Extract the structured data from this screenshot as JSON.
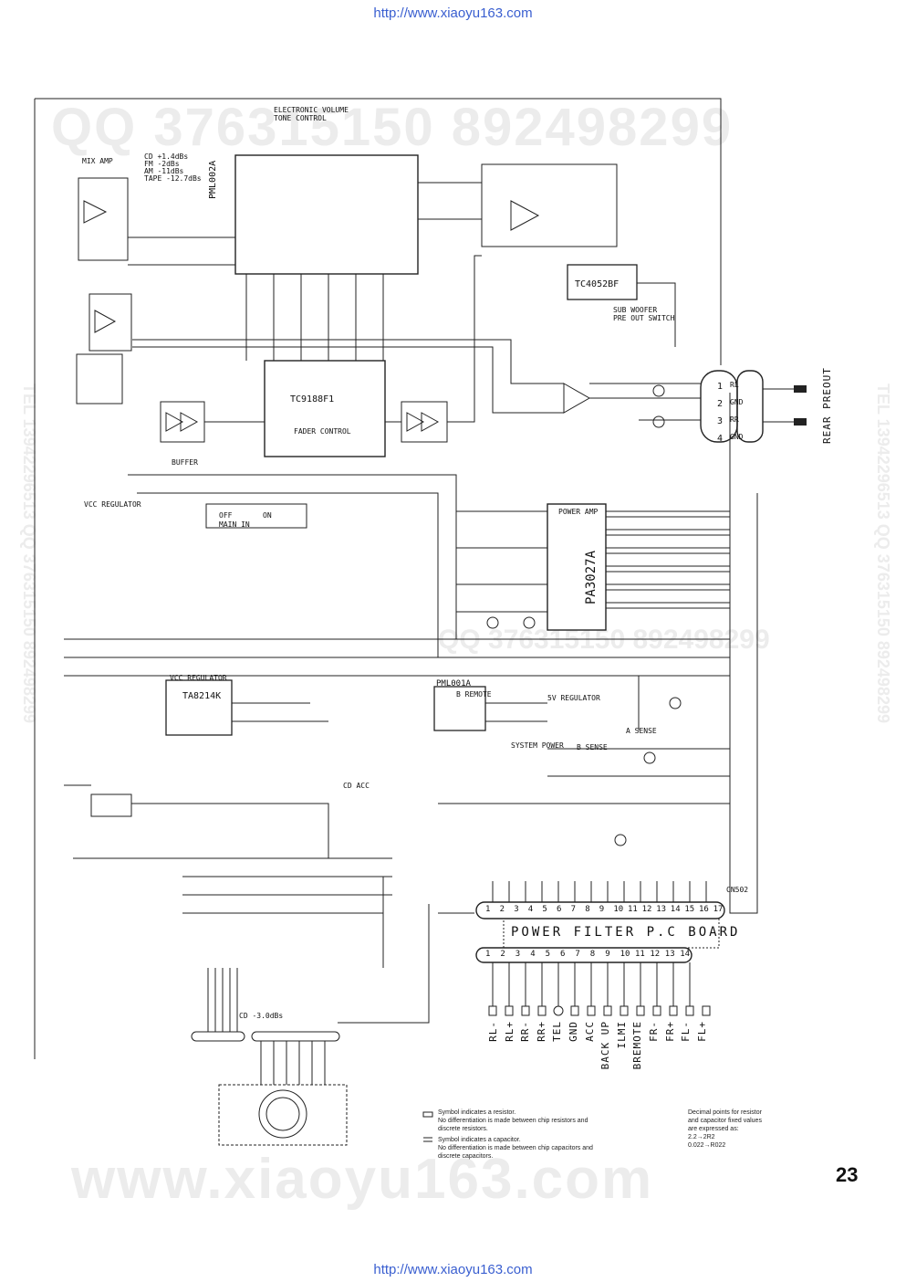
{
  "urls": {
    "top": "http://www.xiaoyu163.com",
    "bottom": "http://www.xiaoyu163.com"
  },
  "watermarks": {
    "qq": "QQ 376315150  892498299",
    "www": "www.xiaoyu163.com",
    "tel_left": "TEL 13942296513  QQ 376315150  892498299",
    "tel_right": "TEL 13942296513  QQ 376315150  892498299",
    "mid": "QQ 376315150  892498299"
  },
  "page_number": "23",
  "ics": {
    "volume": "PML002A",
    "volume_title": "ELECTRONIC VOLUME\nTONE CONTROL",
    "fader": "TC9188F1",
    "fader_sub": "FADER CONTROL",
    "switch": "TC4052BF",
    "switch_title": "SUB WOOFER\nPRE OUT SWITCH",
    "power_amp": "PA3027A",
    "power_amp_title": "POWER AMP",
    "vcc_reg": "TA8214K",
    "vcc_reg_title": "VCC REGULATOR",
    "pml001": "PML001A",
    "pml001_sub": "B REMOTE"
  },
  "labels": {
    "mix_amp": "MIX AMP",
    "buffer": "BUFFER",
    "vcc_regulator": "VCC REGULATOR",
    "main_in": "MAIN IN",
    "off": "OFF",
    "on": "ON",
    "rear_preout": "REAR PREOUT",
    "system_power": "SYSTEM POWER",
    "sv_regulator": "5V REGULATOR",
    "a_sense": "A SENSE",
    "b_sense": "B SENSE",
    "cd_acc": "CD ACC",
    "cn502": "CN502",
    "cd_level": "CD -3.0dBs",
    "levels": "CD +1.4dBs\nFM -2dBs\nAM -11dBs\nTAPE -12.7dBs"
  },
  "rear_conn": {
    "pins": [
      "1",
      "2",
      "3",
      "4"
    ],
    "names": [
      "RL",
      "GND",
      "RR",
      "GND"
    ]
  },
  "power_filter": {
    "title": "POWER FILTER P.C BOARD",
    "top_pins": [
      "1",
      "2",
      "3",
      "4",
      "5",
      "6",
      "7",
      "8",
      "9",
      "10",
      "11",
      "12",
      "13",
      "14",
      "15",
      "16",
      "17"
    ],
    "bottom_pins": [
      "1",
      "2",
      "3",
      "4",
      "5",
      "6",
      "7",
      "8",
      "9",
      "10",
      "11",
      "12",
      "13",
      "14"
    ],
    "wires": [
      "RL-",
      "RL+",
      "RR-",
      "RR+",
      "TEL",
      "GND",
      "ACC",
      "BACK UP",
      "ILMI",
      "BREMOTE",
      "FR-",
      "FR+",
      "FL-",
      "FL+"
    ]
  },
  "legend": {
    "resistor": "Symbol indicates a resistor.\nNo differentiation is made between chip resistors and\ndiscrete resistors.",
    "capacitor": "Symbol indicates a capacitor.\nNo differentiation is made between chip capacitors and\ndiscrete capacitors.",
    "decimal": "Decimal points for resistor\nand capacitor fixed values\nare expressed as:\n2.2→2R2\n0.022→R022"
  }
}
